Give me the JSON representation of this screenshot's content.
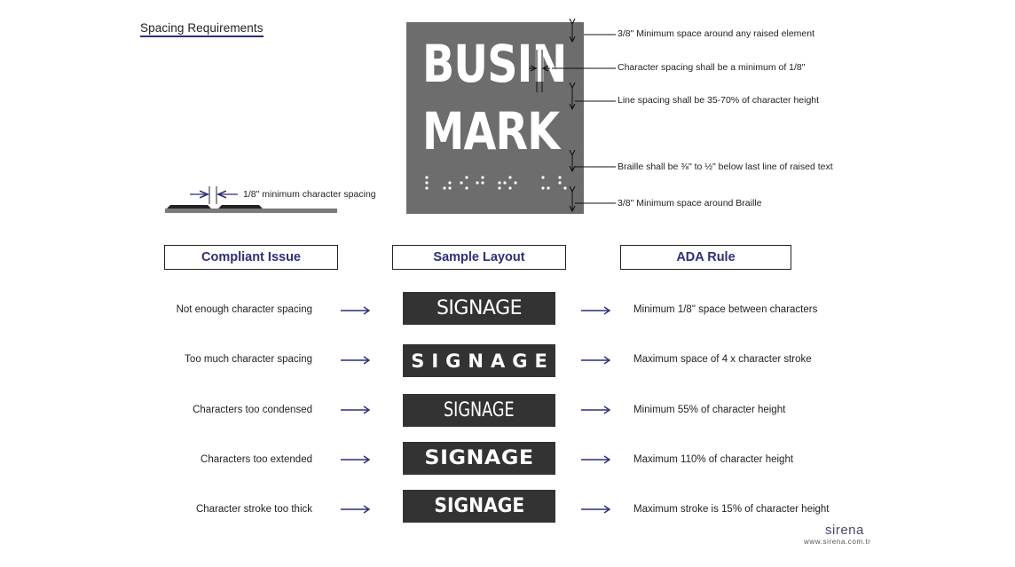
{
  "title": "Spacing Requirements",
  "sign": {
    "line1": "BUSIN",
    "line2": "MARK"
  },
  "annotations": {
    "raised_space": "3/8\" Minimum space around any raised element",
    "char_spacing": "Character spacing shall be a minimum of 1/8\"",
    "line_spacing": "Line spacing shall be 35-70% of character height",
    "braille_below": "Braille shall be ⅜\" to ½\" below last line of raised text",
    "braille_space": "3/8\" Minimum space around Braille",
    "min_char_spacing": "1/8\" minimum character spacing"
  },
  "headers": {
    "issue": "Compliant Issue",
    "sample": "Sample Layout",
    "rule": "ADA Rule"
  },
  "rows": [
    {
      "issue": "Not enough character spacing",
      "sample": "SIGNAGE",
      "rule": "Minimum 1/8\" space between characters"
    },
    {
      "issue": "Too much character spacing",
      "sample": "SIGNAGE",
      "rule": "Maximum space of 4 x character stroke"
    },
    {
      "issue": "Characters too condensed",
      "sample": "SIGNAGE",
      "rule": "Minimum 55% of character height"
    },
    {
      "issue": "Characters too extended",
      "sample": "SIGNAGE",
      "rule": "Maximum 110% of character height"
    },
    {
      "issue": "Character stroke too thick",
      "sample": "SIGNAGE",
      "rule": "Maximum stroke is 15% of character height"
    }
  ],
  "brand": {
    "name": "sirena",
    "url": "www.sirena.com.tr"
  },
  "colors": {
    "accent": "#2b2f7a",
    "sign_panel": "#6d6d6d",
    "sample_bg": "#333333"
  }
}
